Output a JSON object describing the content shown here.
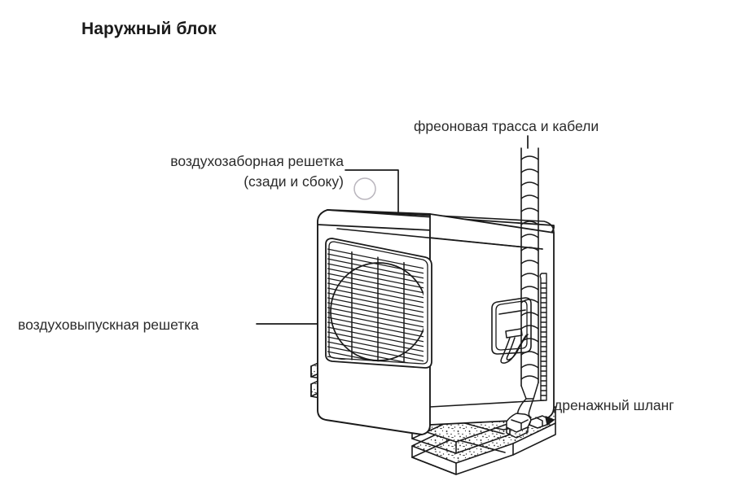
{
  "page": {
    "title": "Наружный блок",
    "background_color": "#ffffff",
    "text_color": "#2b2b2b",
    "line_color": "#1a1a1a"
  },
  "diagram": {
    "subject": "outdoor-air-conditioner-unit",
    "style": "isometric line drawing",
    "labels": [
      {
        "id": "air-intake-grille",
        "line1": "воздухозаборная решетка",
        "line2": "(сзади и сбоку)",
        "leader": "elbow-to-top-rear-corner"
      },
      {
        "id": "freon-line-and-cables",
        "text": "фреоновая трасса и кабели",
        "leader": "vertical-corrugated-conduit"
      },
      {
        "id": "air-outlet-grille",
        "text": "воздуховыпускная решетка",
        "leader": "horizontal-to-front-grille"
      },
      {
        "id": "drain-hose",
        "text": "дренажный шланг",
        "leader": "none"
      }
    ],
    "parts": [
      "casing",
      "front-louver-grille",
      "fan-circle",
      "side-service-panel",
      "power-cable-loop",
      "corrugated-conduit",
      "drain-hose-strip",
      "concrete-support-blocks-left",
      "concrete-support-blocks-right"
    ]
  }
}
